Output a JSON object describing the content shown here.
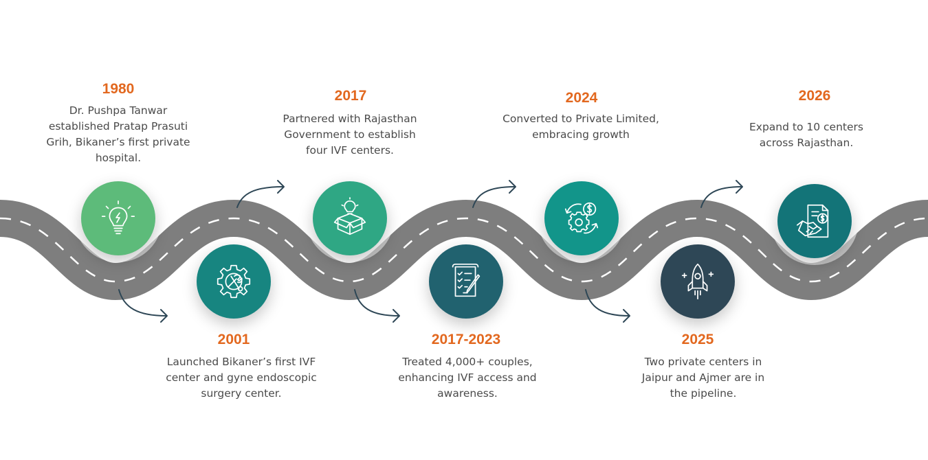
{
  "milestones": [
    {
      "year": "1980",
      "text": [
        "Dr. Pushpa Tanwar",
        "established Pratap Prasuti",
        "Grih, Bikaner’s first private",
        "hospital."
      ],
      "icon": "lightbulb-icon",
      "color": "#5DBB7A"
    },
    {
      "year": "2001",
      "text": [
        "Launched Bikaner’s first IVF",
        "center and gyne endoscopic",
        "surgery center."
      ],
      "icon": "gear-wrench-icon",
      "color": "#178580"
    },
    {
      "year": "2017",
      "text": [
        "Partnered with Rajasthan",
        "Government to establish",
        "four IVF centers."
      ],
      "icon": "idea-box-icon",
      "color": "#2FA784"
    },
    {
      "year": "2017-2023",
      "text": [
        "Treated 4,000+ couples,",
        "enhancing IVF access and",
        "awareness."
      ],
      "icon": "checklist-icon",
      "color": "#21626F"
    },
    {
      "year": "2024",
      "text": [
        "Converted to Private Limited,",
        "embracing growth"
      ],
      "icon": "gear-dollar-cycle-icon",
      "color": "#12958A"
    },
    {
      "year": "2025",
      "text": [
        "Two private centers in",
        "Jaipur and Ajmer are in",
        "the pipeline."
      ],
      "icon": "rocket-icon",
      "color": "#2E4756"
    },
    {
      "year": "2026",
      "text": [
        "Expand to 10 centers",
        "across Rajasthan."
      ],
      "icon": "handshake-document-icon",
      "color": "#137478"
    }
  ],
  "colors": {
    "year": "#E2681F",
    "road": "#7E7E7E",
    "text": "#4a4a4a",
    "arrow": "#2E4756"
  }
}
